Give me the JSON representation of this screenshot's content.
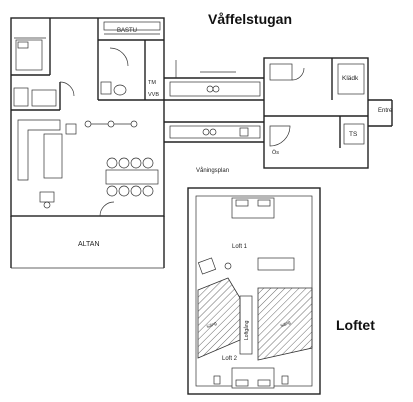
{
  "titles": {
    "main": "Våffelstugan",
    "loft": "Loftet"
  },
  "rooms": {
    "bastu": "BASTU",
    "tvattstuga": "TM",
    "varmvatten": "VVB",
    "altan": "ALTAN",
    "klad": "Klädk",
    "entre": "Entre",
    "ts": "TS",
    "dusch": "Ös",
    "vaningsplan": "Våningsplan",
    "loft1": "Loft 1",
    "loft2": "Loft 2",
    "loftgang": "Loftgång",
    "bed_label": "Säng"
  }
}
